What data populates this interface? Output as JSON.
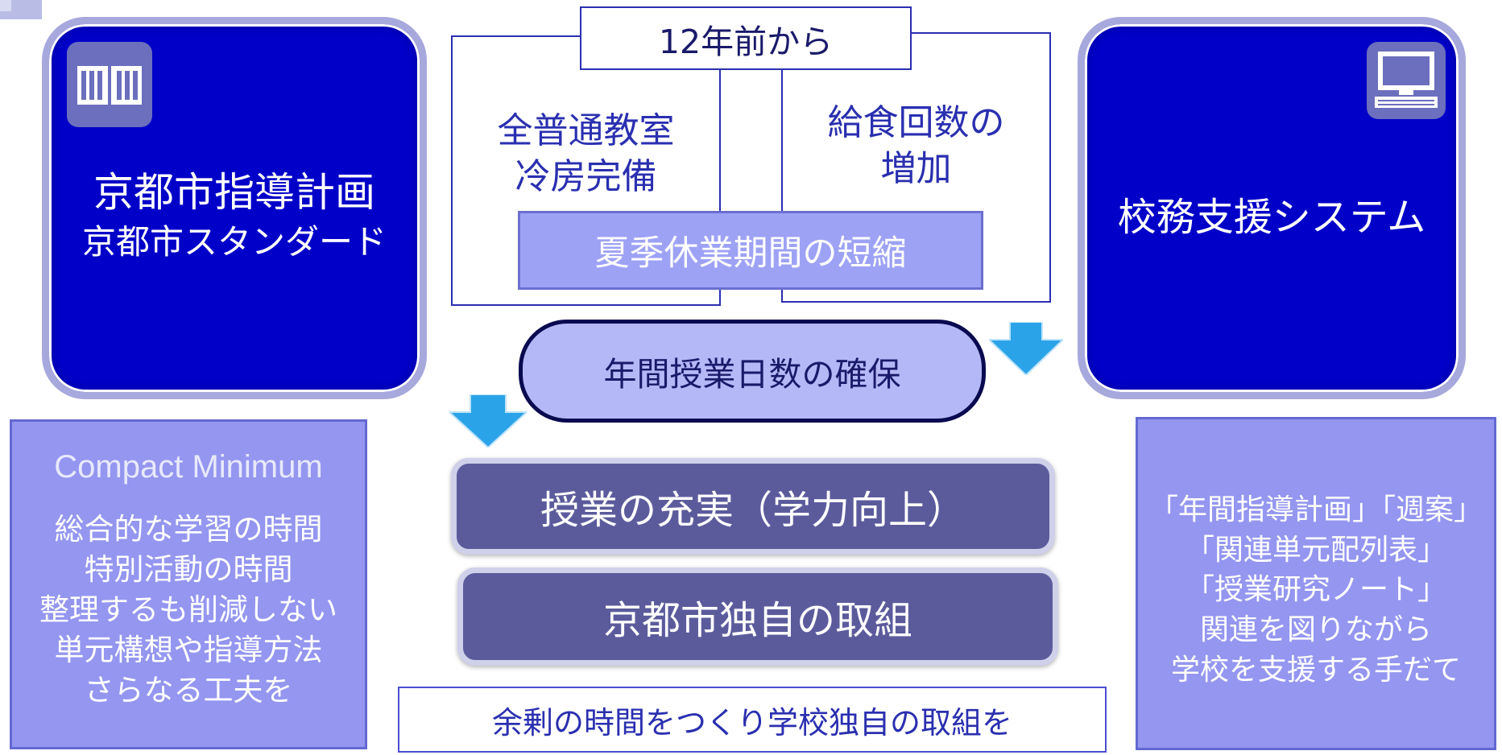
{
  "header_box": {
    "label": "12年前から"
  },
  "left_panel": {
    "line1": "京都市指導計画",
    "line2": "京都市スタンダード",
    "icon": "book-icon"
  },
  "right_panel": {
    "label": "校務支援システム",
    "icon": "computer-icon"
  },
  "center": {
    "left_box": [
      "全普通教室",
      "冷房完備"
    ],
    "right_box": [
      "給食回数の",
      "増加"
    ],
    "summer": "夏季休業期間の短縮",
    "days": "年間授業日数の確保",
    "bar1": "授業の充実（学力向上）",
    "bar2": "京都市独自の取組",
    "bottom": "余剰の時間をつくり学校独自の取組を"
  },
  "left_box": {
    "heading": "Compact Minimum",
    "lines": [
      "総合的な学習の時間",
      "特別活動の時間",
      "整理するも削減しない",
      "単元構想や指導方法",
      "さらなる工夫を"
    ]
  },
  "right_box": {
    "lines": [
      "「年間指導計画」「週案」",
      "「関連単元配列表」",
      "「授業研究ノート」",
      "関連を図りながら",
      "学校を支援する手だて"
    ]
  },
  "colors": {
    "navy": "#0000c8",
    "lavender": "#9ea2f5",
    "arrow": "#2ba3e8",
    "dark_bar": "#5b5b9c"
  }
}
